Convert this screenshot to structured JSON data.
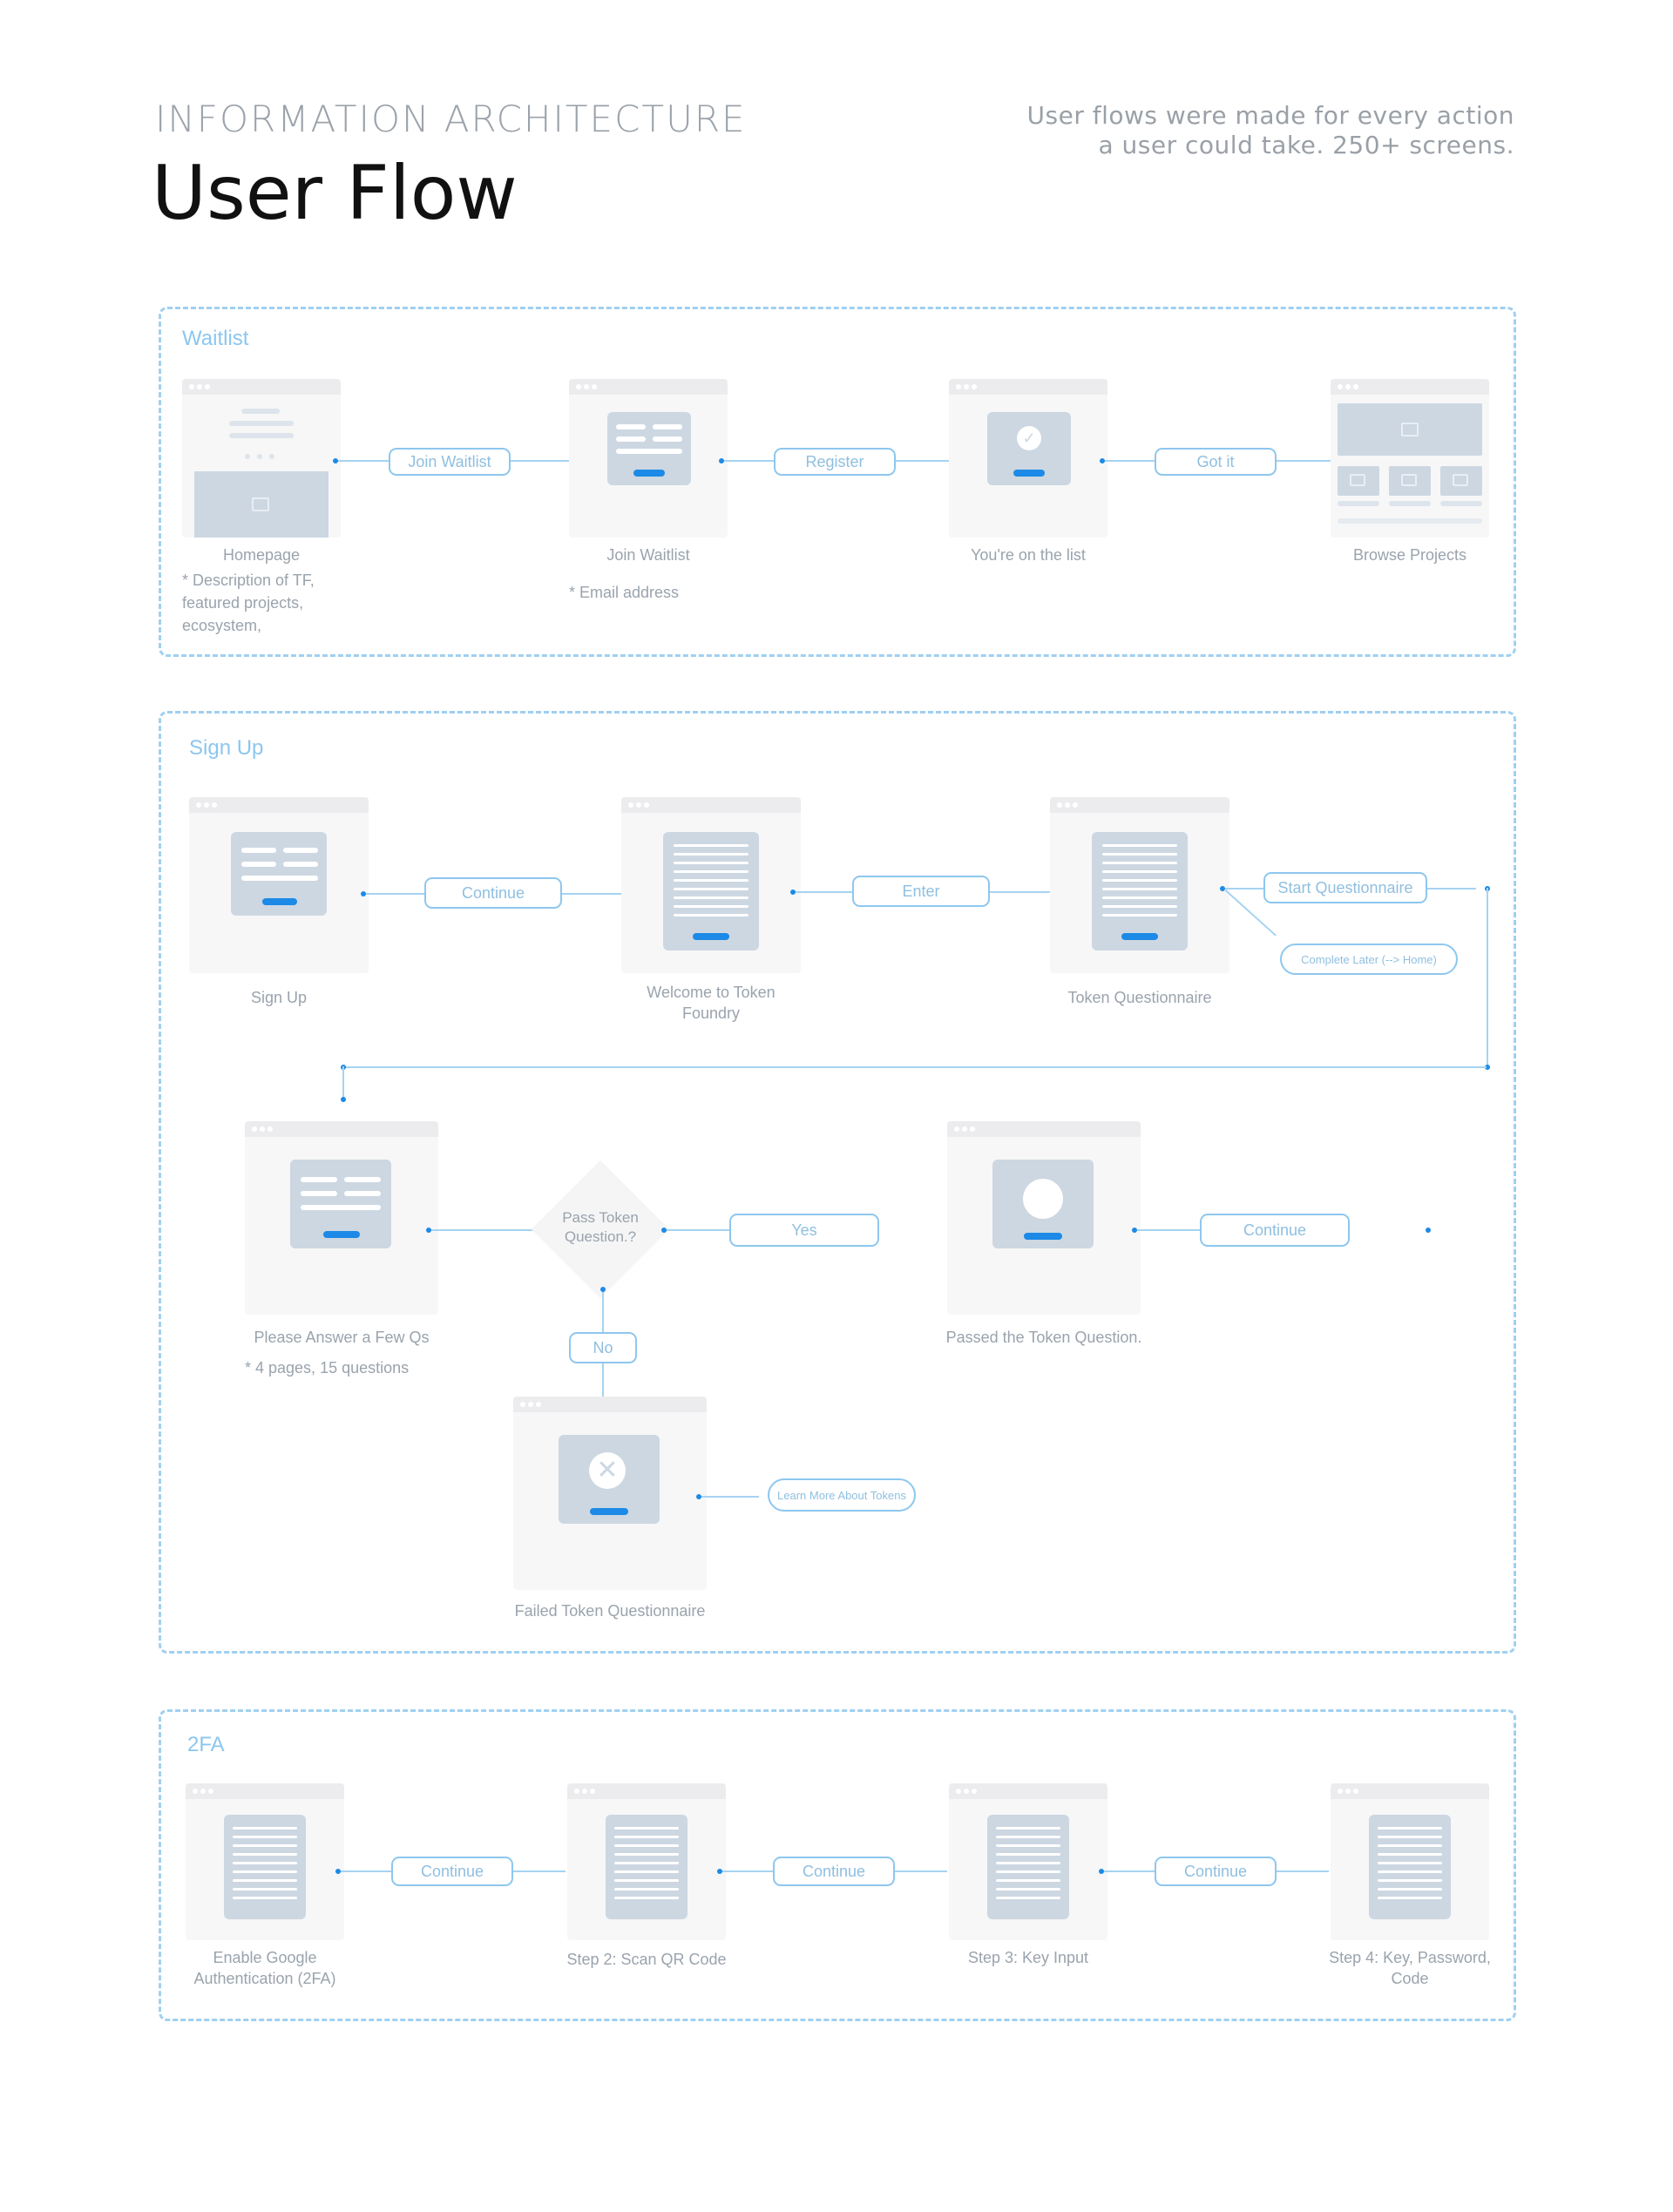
{
  "header": {
    "eyebrow": "INFORMATION ARCHITECTURE",
    "title": "User Flow",
    "note": "User flows were made for every action a user could take. 250+ screens."
  },
  "waitlist": {
    "title": "Waitlist",
    "screens": [
      "Homepage",
      "Join Waitlist",
      "You're on the list",
      "Browse Projects"
    ],
    "notes": [
      "* Description of TF, featured projects, ecosystem,",
      "* Email address"
    ],
    "actions": [
      "Join Waitlist",
      "Register",
      "Got it"
    ]
  },
  "signup": {
    "title": "Sign Up",
    "screens": [
      "Sign Up",
      "Welcome to Token Foundry",
      "Token Questionnaire",
      "Please Answer a Few Qs",
      "Passed the Token Question.",
      "Failed Token Questionnaire"
    ],
    "notes": [
      "* 4 pages, 15 questions"
    ],
    "actions": [
      "Continue",
      "Enter",
      "Start Questionnaire",
      "Complete Later (--> Home)",
      "Yes",
      "Continue",
      "No",
      "Learn More About Tokens"
    ],
    "decision": "Pass Token Question.?"
  },
  "twofa": {
    "title": "2FA",
    "screens": [
      "Enable Google Authentication (2FA)",
      "Step 2: Scan QR Code",
      "Step 3: Key Input",
      "Step 4: Key, Password, Code"
    ],
    "actions": [
      "Continue",
      "Continue",
      "Continue"
    ]
  },
  "colors": {
    "accent": "#1c8ae6",
    "line": "#a6d3f2",
    "dashed": "#9fd0f2",
    "section_title": "#8cc6ef",
    "panel": "#ccd7e2"
  }
}
